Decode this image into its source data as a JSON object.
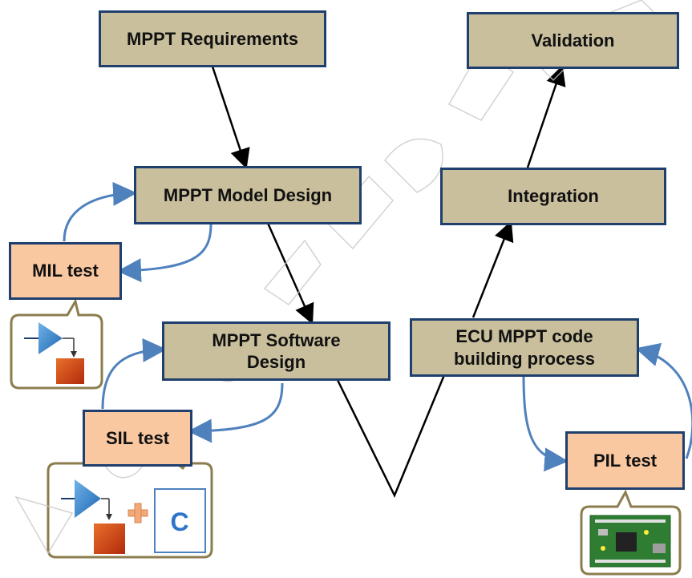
{
  "stages": {
    "requirements": "MPPT Requirements",
    "validation": "Validation",
    "model_design": "MPPT Model Design",
    "integration": "Integration",
    "software_design_line1": "MPPT Software",
    "software_design_line2": "Design",
    "ecu_build_line1": "ECU MPPT code",
    "ecu_build_line2": "building process"
  },
  "tests": {
    "mil": "MIL test",
    "sil": "SIL test",
    "pil": "PIL test"
  },
  "icons": {
    "sil_c_letter": "C",
    "sil_plus": "+"
  },
  "colors": {
    "stage_fill": "#c9bf9c",
    "test_fill": "#f9c7a0",
    "border": "#1f3f6e",
    "loop_arrow": "#4f81bd",
    "callout_border": "#8b7d4e"
  }
}
